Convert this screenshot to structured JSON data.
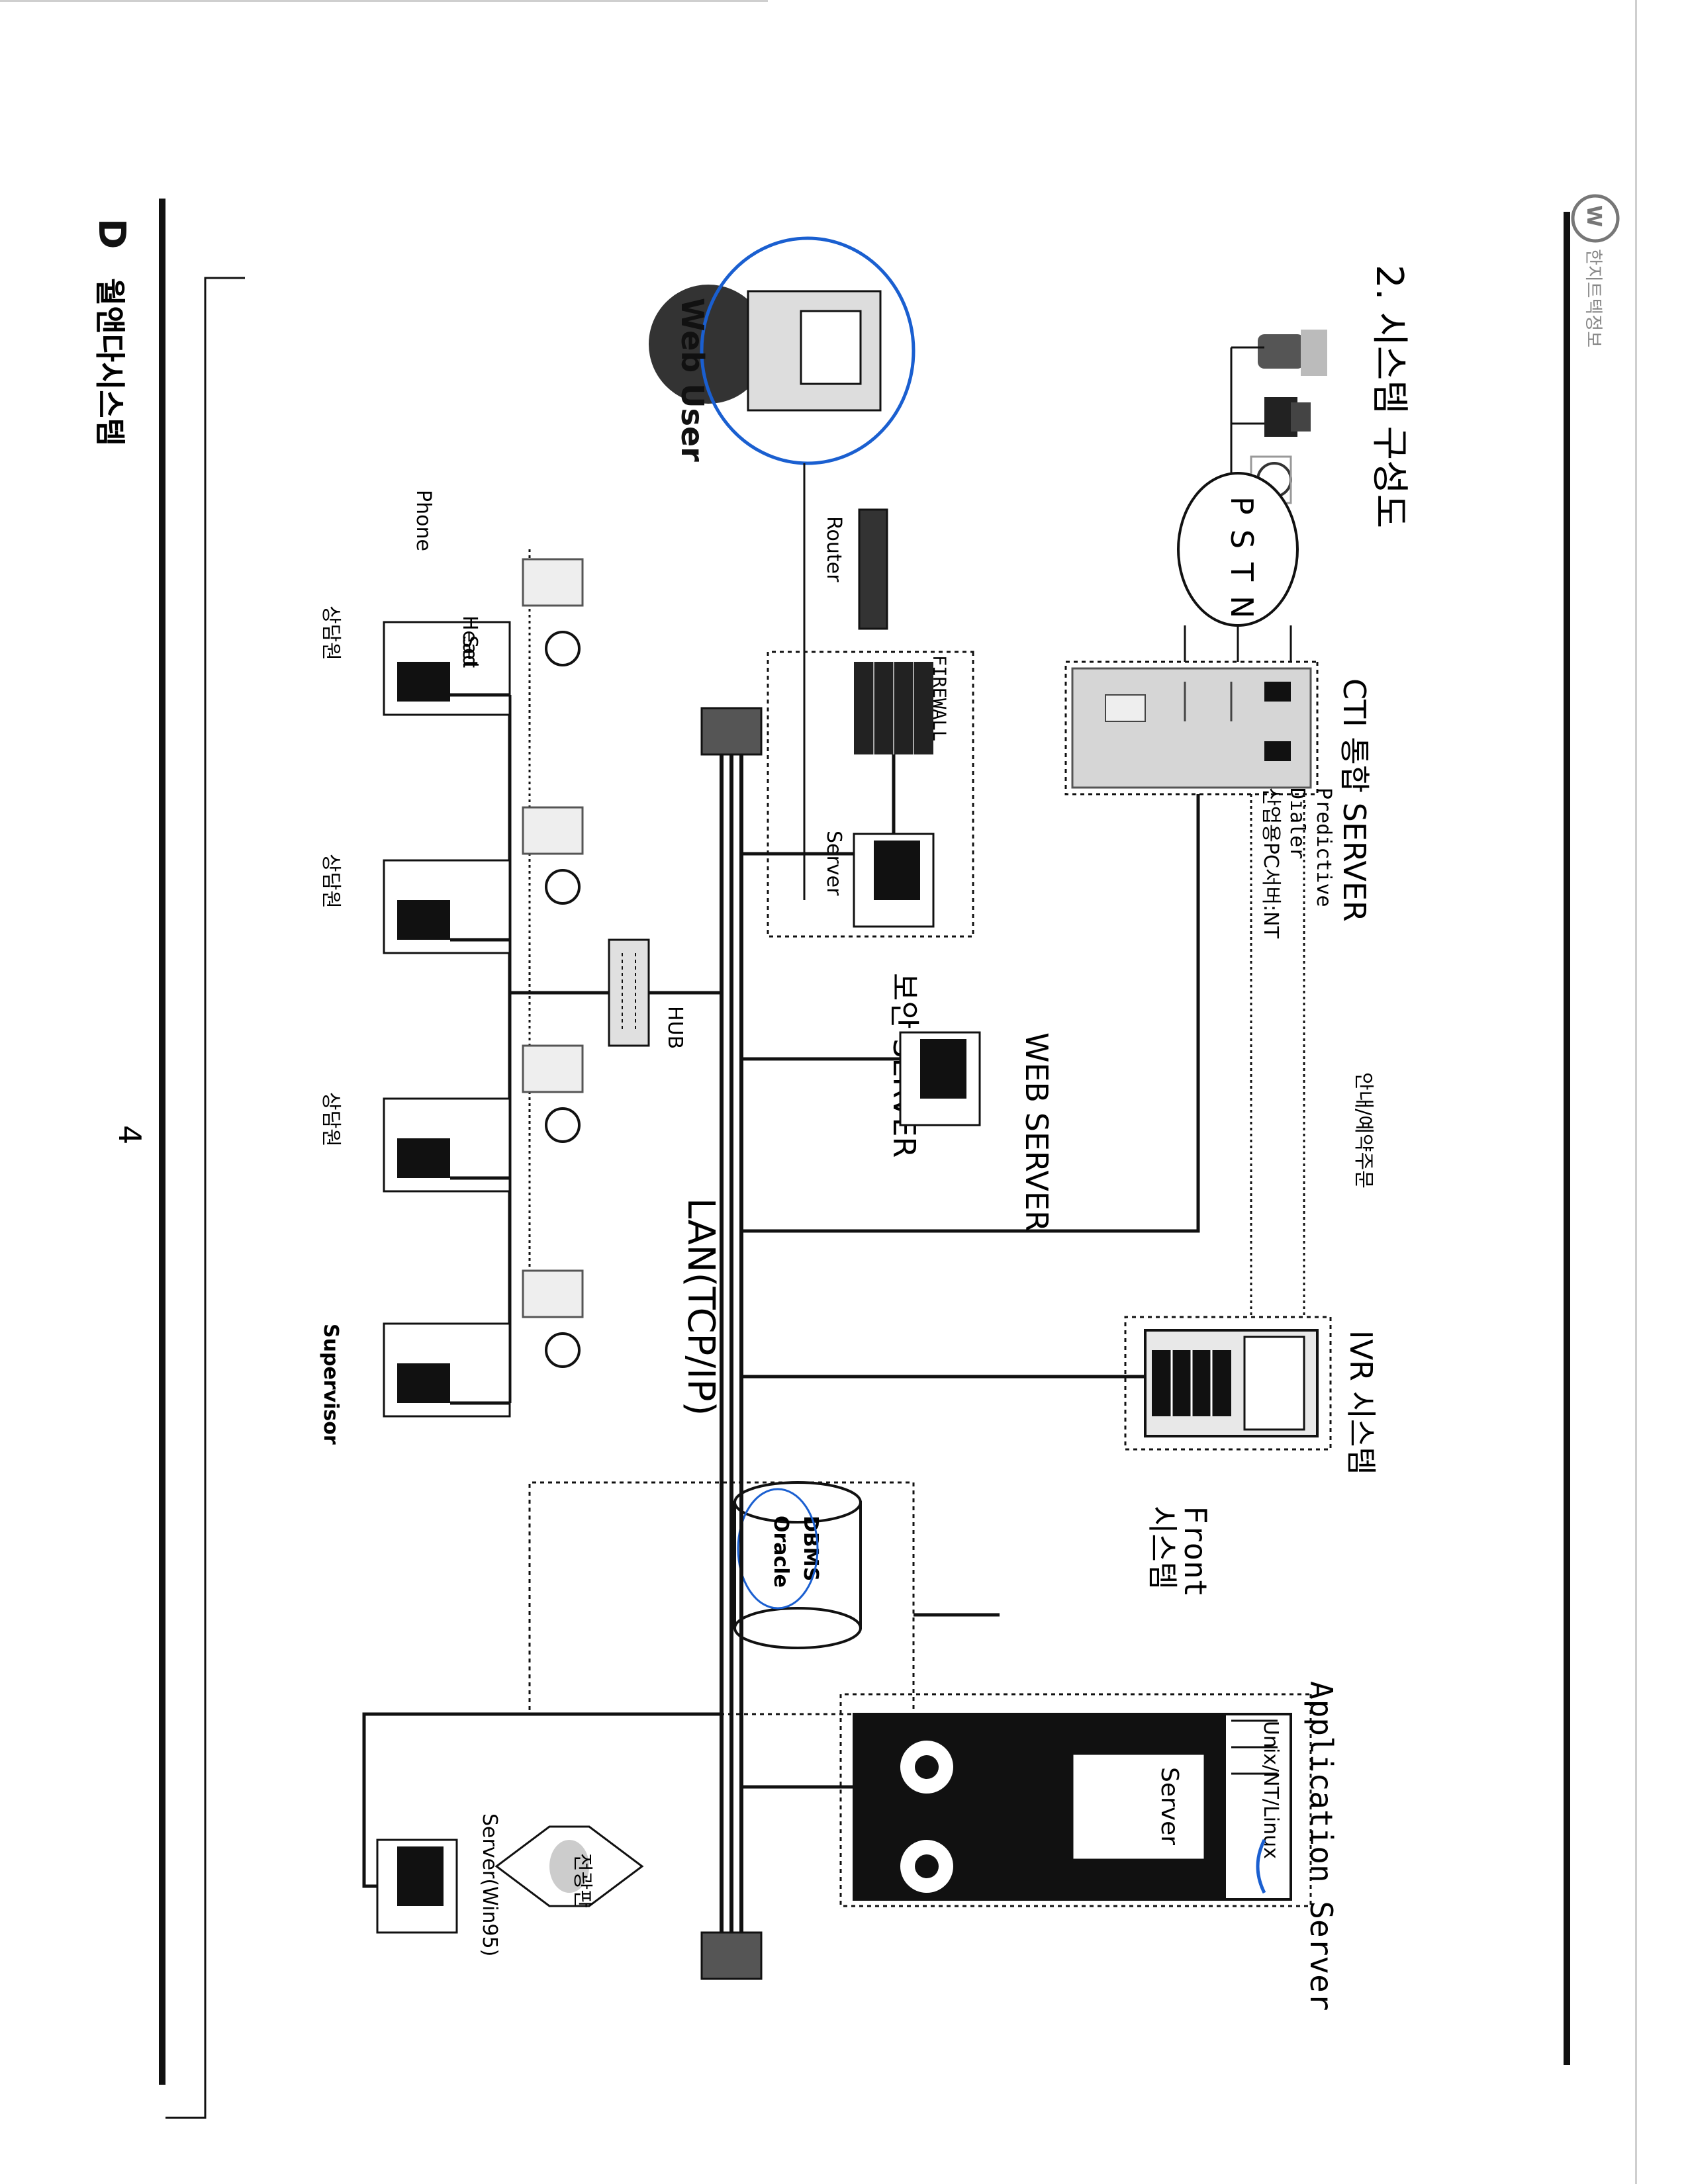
{
  "header": {
    "logo_text": "한지트텍정보"
  },
  "title": "2. 시스템 구성도",
  "pstn": {
    "letters": [
      "P",
      "S",
      "T",
      "N"
    ]
  },
  "cti": {
    "title": "CTI 통합 SERVER",
    "line1": "Predictive",
    "line2": "Dialer",
    "line3": "산업용PC서버:NT"
  },
  "guide_label": "안내/예약주문",
  "ivr": {
    "title": "IVR 시스템"
  },
  "front": {
    "title_line1": "Front",
    "title_line2": "시스템",
    "db_line1": "DBMS",
    "db_line2": "Oracle"
  },
  "app_server": {
    "title": "Application Server",
    "os": "Unix/NT/Linux",
    "server_label": "Server"
  },
  "web_user": "Web User",
  "router": "Router",
  "firewall": "FIREWALL",
  "security": {
    "title": "보안 SERVER",
    "server_label": "Server"
  },
  "web_server": "WEB SERVER",
  "hub": "HUB",
  "lan": "LAN(TCP/IP)",
  "phone_label": "Phone",
  "headset_label_line1": "Head",
  "headset_label_line2": "Set",
  "agents": [
    "상담원",
    "상담원",
    "상담원",
    "Supervisor"
  ],
  "page_number": "4",
  "display_board": {
    "label": "전광판",
    "server_label": "Server(Win95)"
  },
  "footer": {
    "company": "월앤다시스템"
  },
  "colors": {
    "ink": "#111111",
    "annotation_blue": "#1a5fd0",
    "device_gray": "#cfcfcf"
  }
}
